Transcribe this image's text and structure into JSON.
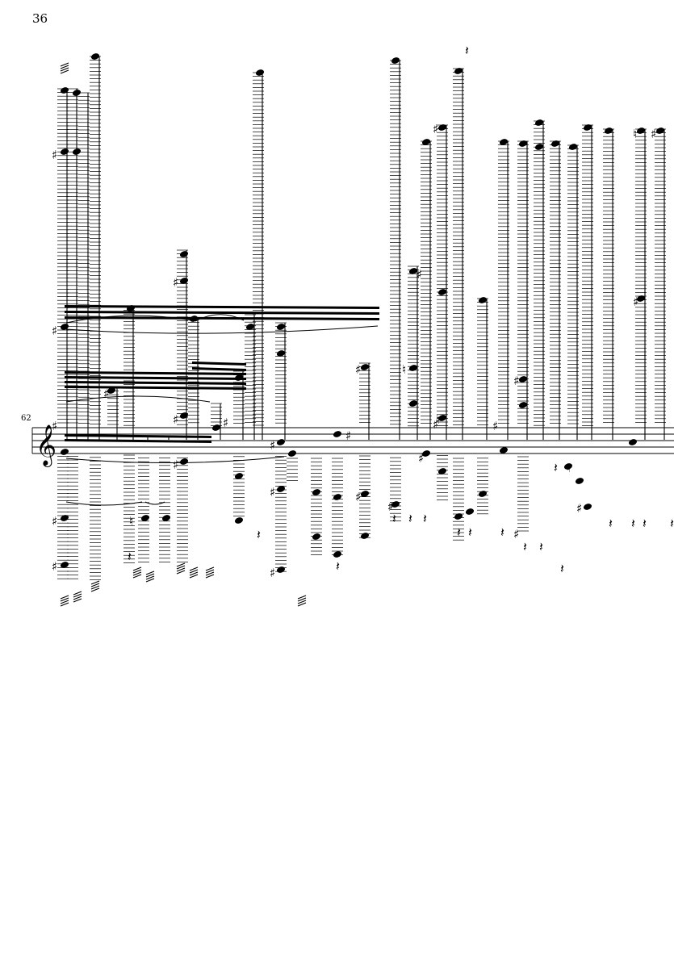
{
  "page": {
    "page_number": "36",
    "system": {
      "measure_number": "62",
      "clef": "treble"
    }
  }
}
